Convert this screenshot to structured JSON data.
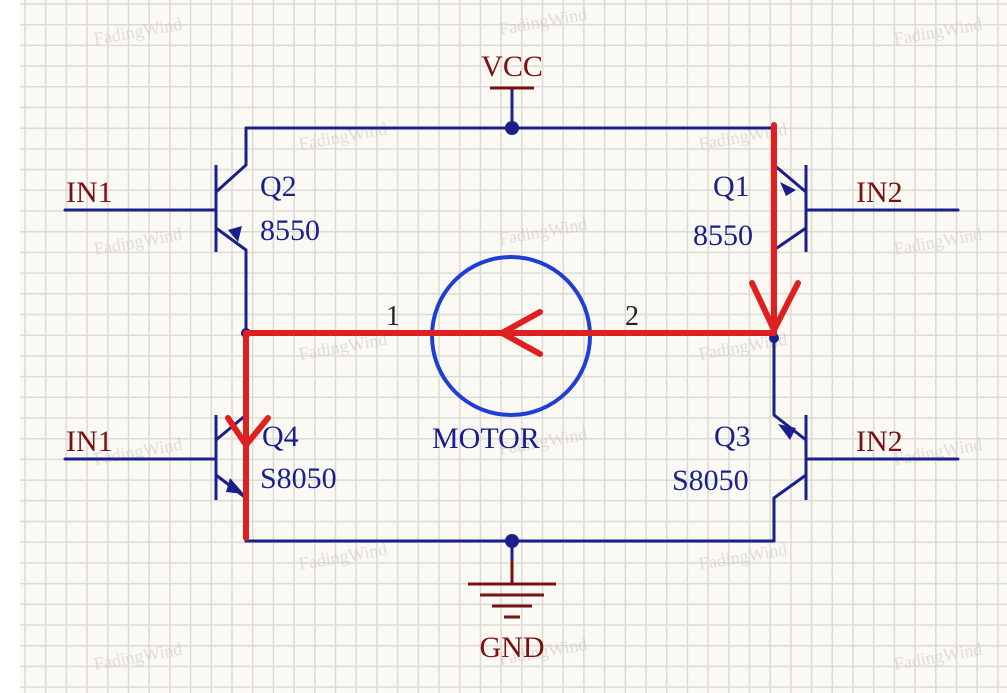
{
  "power": {
    "vcc": "VCC",
    "gnd": "GND"
  },
  "transistors": [
    {
      "ref": "Q2",
      "part": "8550"
    },
    {
      "ref": "Q1",
      "part": "8550"
    },
    {
      "ref": "Q4",
      "part": "S8050"
    },
    {
      "ref": "Q3",
      "part": "S8050"
    }
  ],
  "inputs": {
    "left_top": "IN1",
    "right_top": "IN2",
    "left_bottom": "IN1",
    "right_bottom": "IN2"
  },
  "motor": {
    "label": "MOTOR",
    "pin1": "1",
    "pin2": "2"
  },
  "watermark": "FadingWind",
  "colors": {
    "background": "#fbf9f3",
    "grid": "#dcdad4",
    "wire": "#1a1f8c",
    "label_dark_red": "#7a1010",
    "motor_circle": "#1e3ed6",
    "current_path": "#e02020"
  }
}
